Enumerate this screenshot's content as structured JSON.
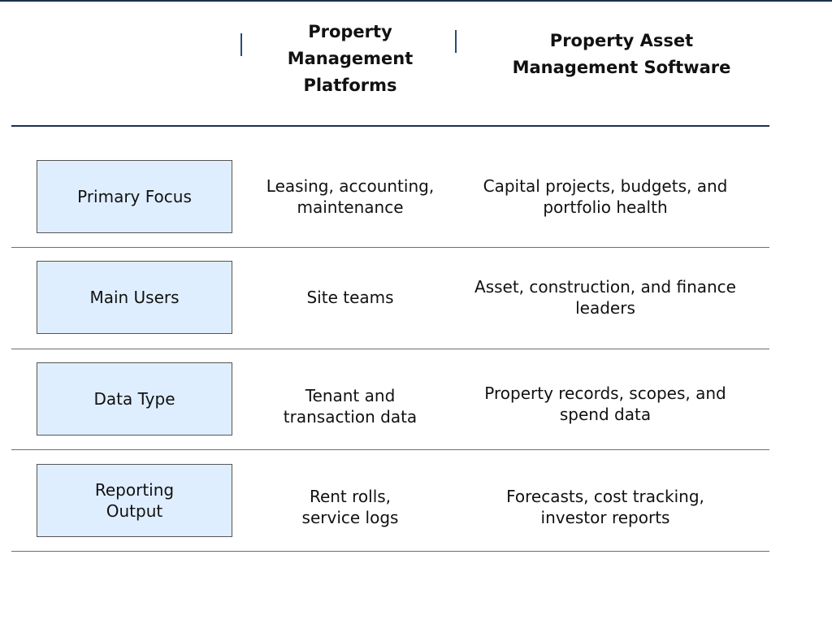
{
  "header": {
    "col_b": "Property\nManagement\nPlatforms",
    "col_c": "Property Asset\nManagement Software"
  },
  "rows": [
    {
      "label": "Primary Focus",
      "col_b": "Leasing, accounting,\nmaintenance",
      "col_c": "Capital projects, budgets, and\nportfolio health"
    },
    {
      "label": "Main Users",
      "col_b": "Site teams",
      "col_c": "Asset, construction, and finance\nleaders"
    },
    {
      "label": "Data Type",
      "col_b": "Tenant and\ntransaction data",
      "col_c": "Property records, scopes, and\nspend data"
    },
    {
      "label": "Reporting\nOutput",
      "col_b": "Rent rolls,\nservice logs",
      "col_c": "Forecasts, cost tracking,\ninvestor reports"
    }
  ],
  "colors": {
    "label_fill": "#dfeeff",
    "rule": "#1b2f4b",
    "divider": "#2b4a74"
  }
}
